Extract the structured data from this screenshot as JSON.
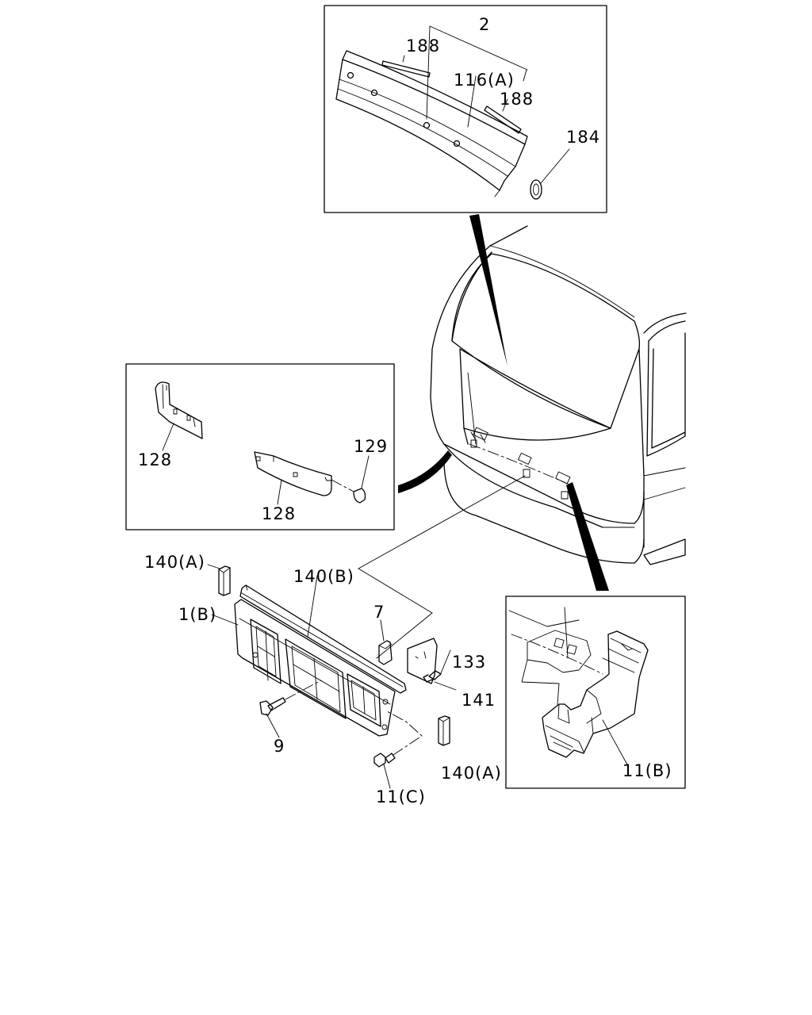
{
  "callouts": {
    "c2": "2",
    "c188a": "188",
    "c116a": "116(A)",
    "c188b": "188",
    "c184": "184",
    "c128a": "128",
    "c129": "129",
    "c128b": "128",
    "c140a_top": "140(A)",
    "c140b": "140(B)",
    "c1b": "1(B)",
    "c7": "7",
    "c133": "133",
    "c141": "141",
    "c9": "9",
    "c140a_bottom": "140(A)",
    "c11c": "11(C)",
    "c11b": "11(B)"
  }
}
